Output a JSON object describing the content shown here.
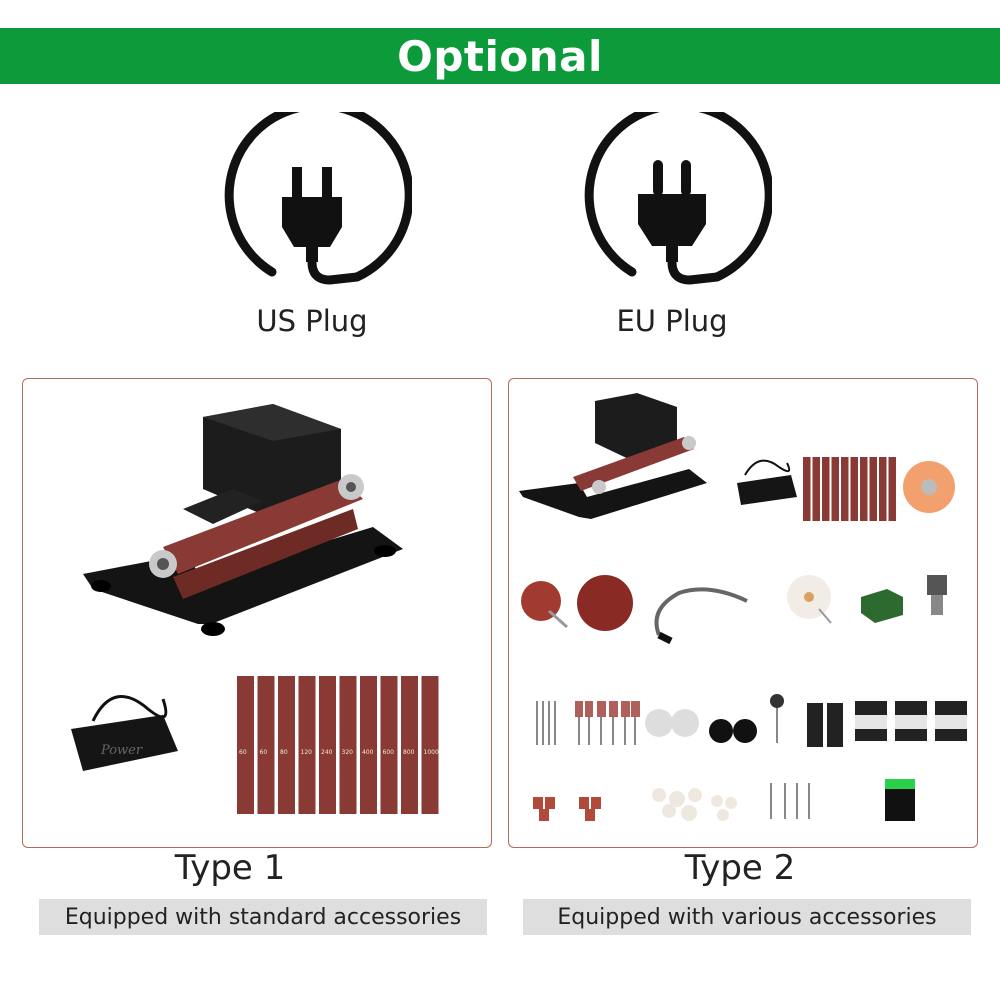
{
  "header": {
    "title": "Optional"
  },
  "plugs": [
    {
      "label": "US Plug",
      "icon": "us-plug-icon"
    },
    {
      "label": "EU Plug",
      "icon": "eu-plug-icon"
    }
  ],
  "types": [
    {
      "title": "Type 1",
      "caption": "Equipped with standard accessories"
    },
    {
      "title": "Type 2",
      "caption": "Equipped with various accessories"
    }
  ],
  "adapter_label": "Power",
  "belt_grits": [
    "60",
    "60",
    "80",
    "120",
    "240",
    "320",
    "400",
    "600",
    "800",
    "1000"
  ],
  "colors": {
    "banner": "#0c9a3a",
    "panel_border": "#b26a5a",
    "belt": "#8a3a34",
    "caption_bg": "#dedede"
  }
}
